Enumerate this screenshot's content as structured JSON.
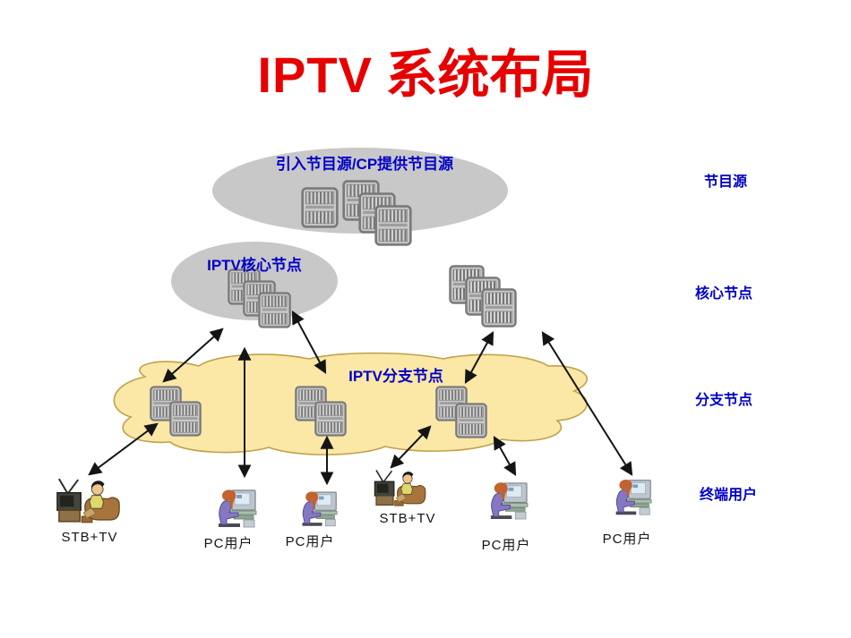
{
  "slide": {
    "title": "IPTV 系统布局",
    "title_latin": "IPTV",
    "title_cjk": " 系统布局"
  },
  "diagram": {
    "nodes": {
      "source_ellipse_label": "引入节目源/CP提供节目源",
      "core_ellipse_label": "IPTV核心节点",
      "branch_cloud_label": "IPTV分支节点"
    },
    "layer_labels": [
      {
        "label": "节目源"
      },
      {
        "label": "核心节点"
      },
      {
        "label": "分支节点"
      },
      {
        "label": "终端用户"
      }
    ],
    "terminals": [
      {
        "type": "stb-tv",
        "label": "STB+TV"
      },
      {
        "type": "pc-user",
        "label": "PC用户"
      },
      {
        "type": "pc-user",
        "label": "PC用户"
      },
      {
        "type": "stb-tv",
        "label": "STB+TV"
      },
      {
        "type": "pc-user",
        "label": "PC用户"
      },
      {
        "type": "pc-user",
        "label": "PC用户"
      }
    ],
    "icons": [
      "server-icon",
      "stb-tv-icon",
      "pc-user-icon"
    ],
    "colors": {
      "title_red": "#e60000",
      "label_blue": "#0000c8",
      "ellipse_gray": "#c8c8c8",
      "cloud_fill": "#fbe7a6",
      "cloud_stroke": "#bfa24a",
      "arrow_black": "#141414"
    }
  }
}
